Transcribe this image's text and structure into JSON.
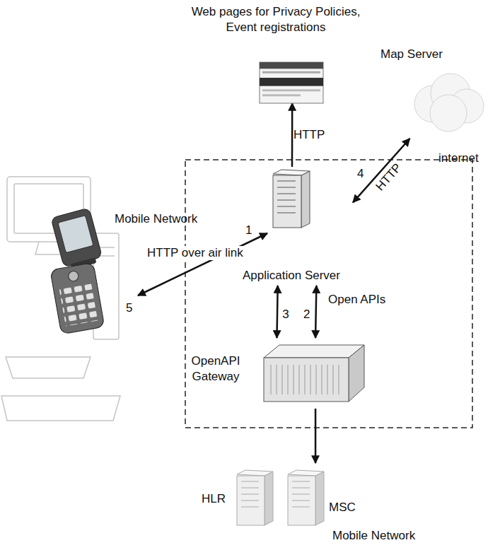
{
  "diagram": {
    "nodes": [
      {
        "text": [
          "Web pages for Privacy Policies, Event registrations"
        ]
      },
      {
        "text": [
          "Map Server"
        ]
      },
      {
        "text": [
          "Application Server"
        ]
      },
      {
        "text": [
          "OpenAPI Gateway"
        ]
      },
      {
        "text": [
          "Mobile Network"
        ]
      },
      {
        "text": [
          "HLR"
        ],
        "in": 4
      },
      {
        "text": [
          "MSC"
        ],
        "in": 4
      }
    ],
    "edges": [
      {
        "from": 2,
        "to": 0,
        "label": "HTTP",
        "arrow": "to"
      },
      {
        "from": 2,
        "to": 1,
        "label": "HTTP",
        "arrow": "both"
      },
      {
        "from": 2,
        "to": 3,
        "label": "3",
        "arrow": "both"
      },
      {
        "from": 2,
        "to": 3,
        "label": "2",
        "arrow": "both"
      },
      {
        "from": 3,
        "to": 4,
        "arrow": "to"
      }
    ],
    "labels": [
      "Mobile Network",
      "1",
      "HTTP over air link",
      "5",
      "4",
      "internet",
      "Open APIs"
    ]
  }
}
